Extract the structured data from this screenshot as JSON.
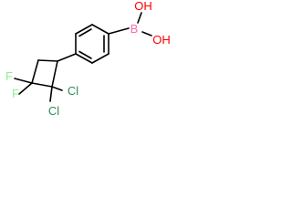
{
  "molecule": {
    "atoms": {
      "boron": {
        "symbol": "B",
        "color": "#FF69B4"
      },
      "hydroxyl_top": {
        "symbol": "OH",
        "color": "#FF0000"
      },
      "hydroxyl_right": {
        "symbol": "OH",
        "color": "#FF0000"
      },
      "fluorine_upper": {
        "symbol": "F",
        "color": "#90EE90"
      },
      "fluorine_lower": {
        "symbol": "F",
        "color": "#90EE90"
      },
      "chlorine_right": {
        "symbol": "Cl",
        "color": "#2E8B57"
      },
      "chlorine_lower": {
        "symbol": "Cl",
        "color": "#2E8B57"
      }
    }
  }
}
